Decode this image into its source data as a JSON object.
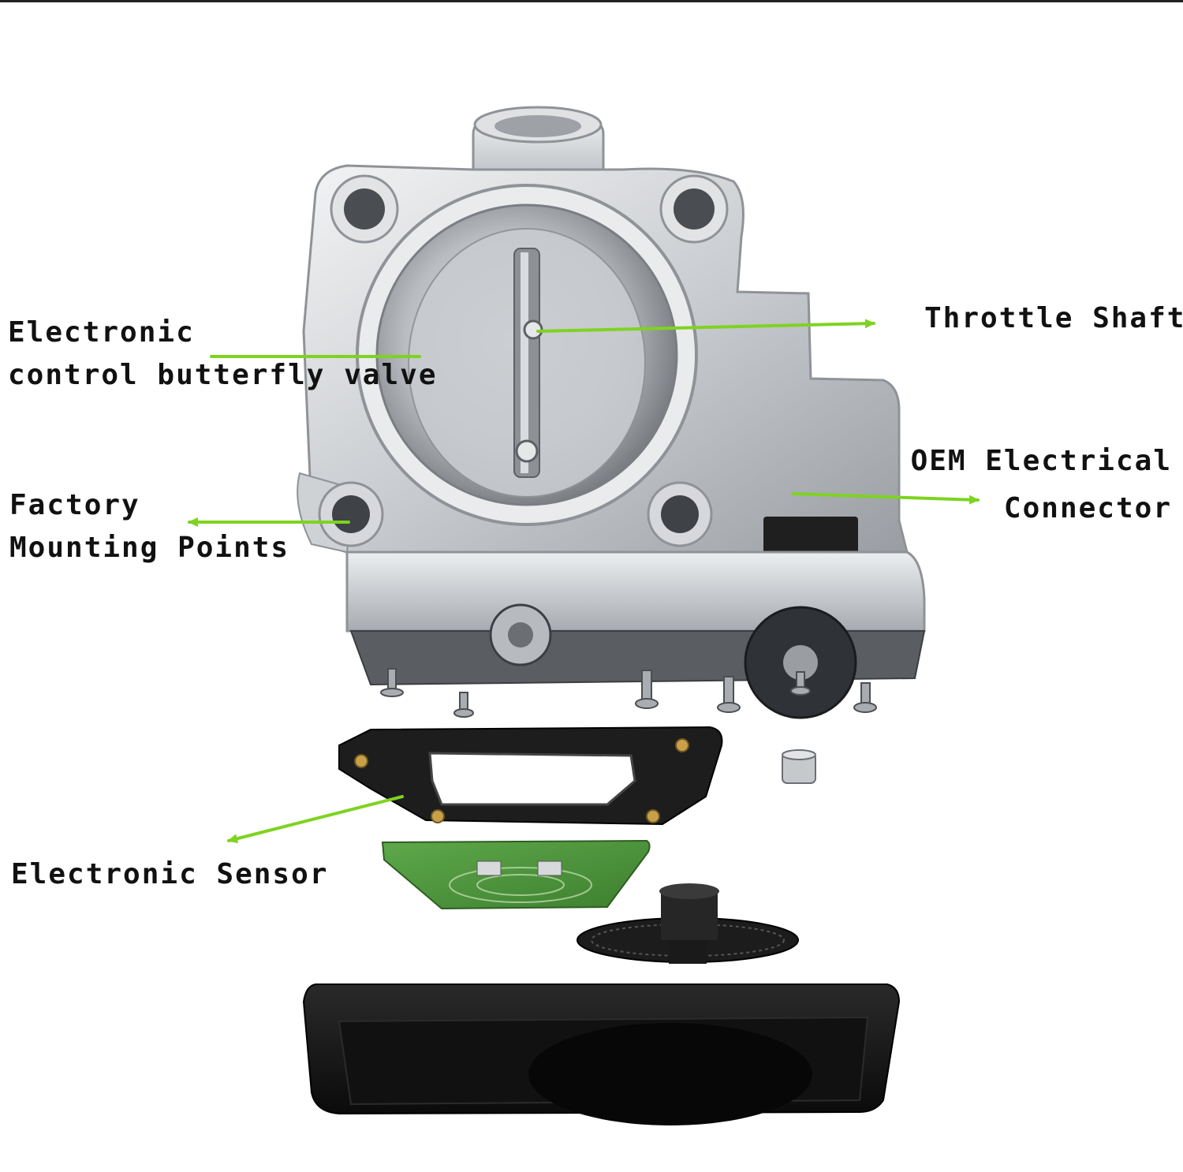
{
  "diagram": {
    "labels": {
      "butterfly_valve": [
        "Electronic",
        "control butterfly valve"
      ],
      "throttle_shaft": [
        "Throttle Shaft"
      ],
      "oem_connector": [
        "OEM Electrical",
        "Connector"
      ],
      "mounting_points": [
        "Factory",
        "Mounting Points"
      ],
      "electronic_sensor": [
        "Electronic Sensor"
      ]
    },
    "colors": {
      "arrow": "#7ed321",
      "label_text": "#111111",
      "metal_light": "#e6e7e8",
      "metal_mid": "#b9bcc0",
      "metal_dark": "#6b6f74",
      "gasket": "#1d1d1d",
      "pcb": "#4f9b3c",
      "brass": "#c9a04a"
    }
  }
}
